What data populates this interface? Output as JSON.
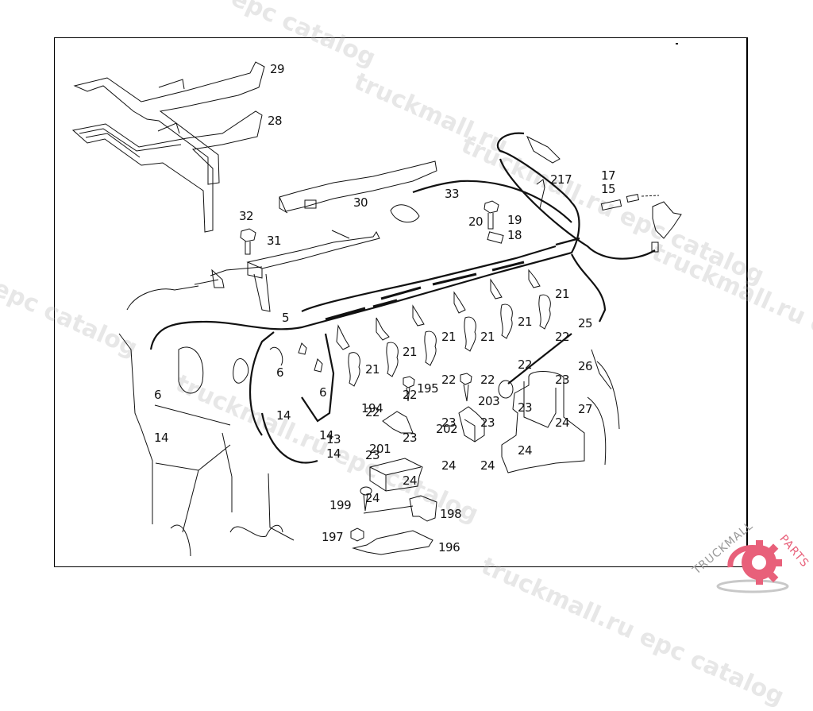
{
  "diagram": {
    "title": "Engine wiring harness – exploded parts diagram",
    "part_labels": {
      "l29": "29",
      "l28": "28",
      "l32": "32",
      "l31": "31",
      "l30": "30",
      "l33": "33",
      "l20": "20",
      "l19": "19",
      "l18": "18",
      "l217": "217",
      "l17": "17",
      "l15": "15",
      "l5": "5",
      "l195": "195",
      "l203": "203",
      "l194": "194",
      "l202": "202",
      "l201": "201",
      "l199": "199",
      "l198": "198",
      "l197": "197",
      "l196": "196",
      "l13": "13",
      "l14b": "14"
    },
    "stacks": {
      "left_6_14": [
        "6",
        "14"
      ],
      "mid_6_14": [
        "6",
        "14"
      ],
      "right_6_14": [
        "6",
        "14"
      ],
      "plug_groups": [
        "21",
        "22",
        "23",
        "24"
      ],
      "right_25_27": [
        "25",
        "26",
        "27"
      ]
    },
    "watermarks": [
      "epc catalog",
      "truckmall.ru",
      "truckmall.ru epc catalog",
      "epc catalog",
      "truckmall.ru epc catalog",
      "truckmall.ru epc catalog",
      "truckmall.ru e"
    ],
    "logo": {
      "text_left": "TRUCKMALL",
      "text_right": "PARTS",
      "accent": "#e8607a",
      "gray": "#9a9a9a"
    }
  }
}
